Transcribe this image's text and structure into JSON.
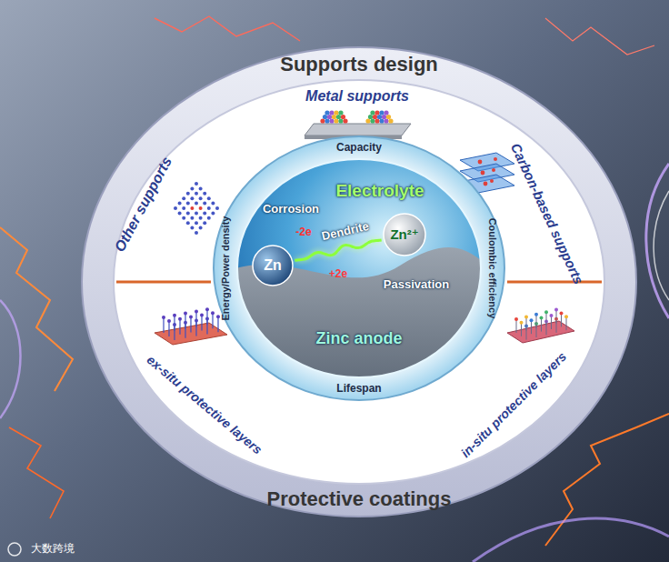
{
  "diagram": {
    "nodes": [
      {
        "text": [
          "Supports design",
          "Protective coatings"
        ]
      },
      {
        "text": [
          "Capacity",
          "Coulombic efficiency",
          "Lifespan",
          "Energy/Power density"
        ],
        "in": 0
      },
      {
        "text": [
          "Zn"
        ],
        "in": 1
      },
      {
        "text": [
          "Zn²⁺"
        ],
        "in": 1
      }
    ],
    "edges": [
      {
        "from": 2,
        "to": 3,
        "arrow": "none"
      }
    ],
    "labels": [
      "Metal supports",
      "Carbon-based supports",
      "Other supports",
      "ex-situ protective layers",
      "in-situ protective layers",
      "Electrolyte",
      "Corrosion",
      "-2e",
      "Dendrite",
      "+2e",
      "Passivation",
      "Zinc anode",
      "大数跨境"
    ]
  }
}
